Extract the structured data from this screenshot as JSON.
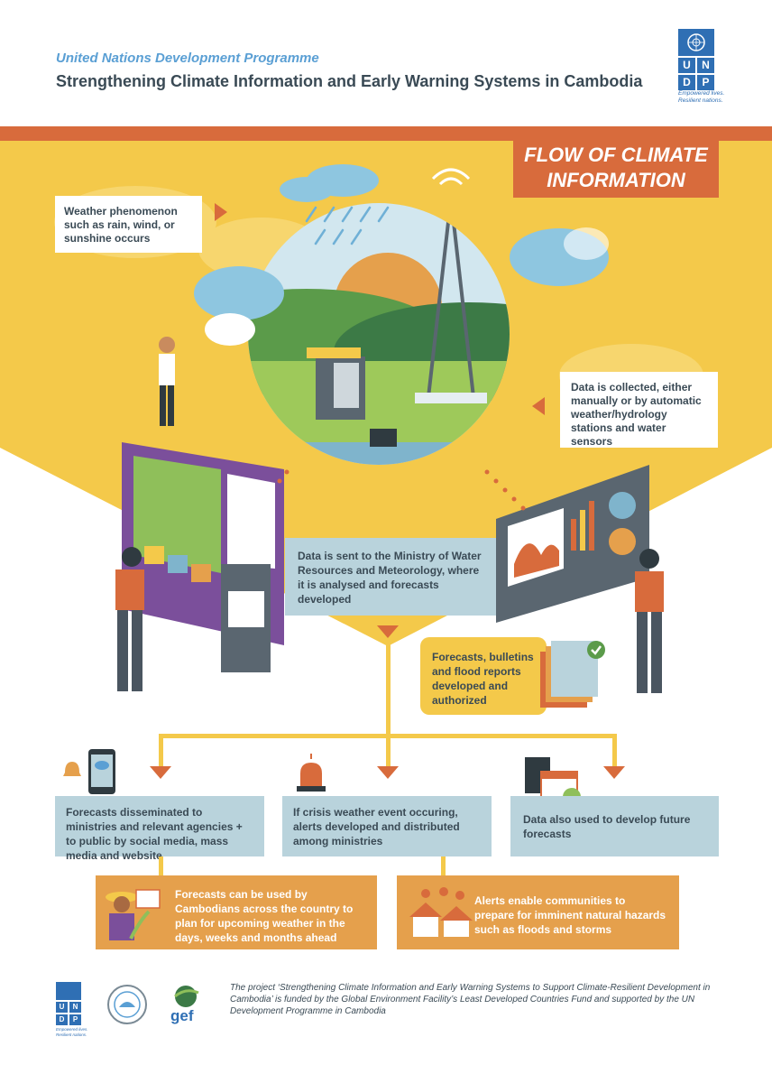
{
  "header": {
    "organization": "United Nations Development Programme",
    "title": "Strengthening Climate Information and Early Warning Systems in Cambodia",
    "logo_letters": [
      "U",
      "N",
      "D",
      "P"
    ],
    "logo_tagline_1": "Empowered lives.",
    "logo_tagline_2": "Resilient nations."
  },
  "flow_title_line1": "FLOW OF CLIMATE",
  "flow_title_line2": "INFORMATION",
  "steps": {
    "weather": "Weather phenomenon such as rain, wind, or sunshine occurs",
    "collected": "Data is collected, either manually or by automatic weather/hydrology stations and water sensors",
    "sent": "Data is sent to the Ministry of Water Resources and Meteorology, where it is analysed and forecasts developed",
    "forecasts": "Forecasts, bulletins and flood reports developed and authorized",
    "disseminated": "Forecasts disseminated to ministries and relevant agencies + to public by social media, mass media and website",
    "crisis": "If crisis weather event occuring, alerts developed and distributed among ministries",
    "future": "Data also used to develop future forecasts",
    "used": "Forecasts can be used by Cambodians across the country to plan for upcoming weather in the days, weeks and months ahead",
    "alerts": "Alerts enable communities to prepare for imminent natural hazards such as floods and storms"
  },
  "footer": {
    "text": "The project ‘Strengthening Climate Information and Early Warning Systems to Support Climate-Resilient Development in Cambodia’ is funded by the Global Environment Facility’s Least Developed Countries Fund and supported by the UN Development Programme in Cambodia",
    "gef": "gef"
  },
  "colors": {
    "accent": "#d86b3c",
    "yellow": "#f4c94a",
    "blue_box": "#b9d3dc",
    "orange_box": "#e5a04c",
    "undp_blue": "#2f6fb4"
  }
}
